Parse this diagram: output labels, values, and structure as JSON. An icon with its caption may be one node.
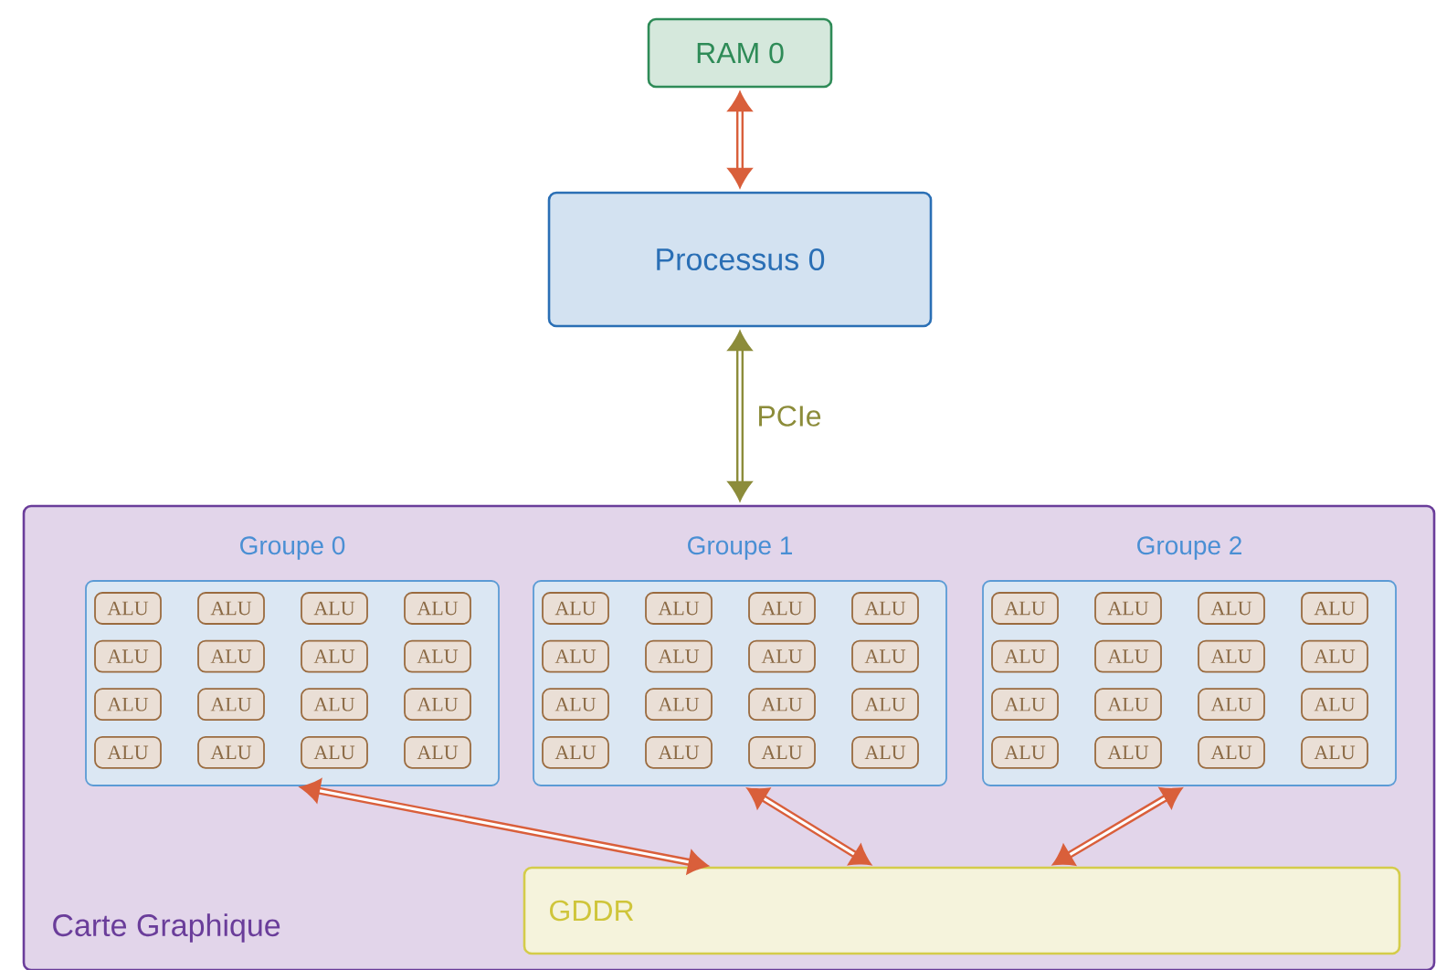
{
  "diagram": {
    "nodes": [
      {
        "text": [
          "RAM 0"
        ]
      },
      {
        "text": [
          "Processus 0"
        ]
      },
      {
        "text": [
          "Carte Graphique"
        ]
      },
      {
        "text": [
          "Groupe 0"
        ],
        "in": 2
      },
      {
        "text": [
          "ALU"
        ],
        "in": 3
      },
      {
        "text": [
          "ALU"
        ],
        "in": 3
      },
      {
        "text": [
          "ALU"
        ],
        "in": 3
      },
      {
        "text": [
          "ALU"
        ],
        "in": 3
      },
      {
        "text": [
          "ALU"
        ],
        "in": 3
      },
      {
        "text": [
          "ALU"
        ],
        "in": 3
      },
      {
        "text": [
          "ALU"
        ],
        "in": 3
      },
      {
        "text": [
          "ALU"
        ],
        "in": 3
      },
      {
        "text": [
          "ALU"
        ],
        "in": 3
      },
      {
        "text": [
          "ALU"
        ],
        "in": 3
      },
      {
        "text": [
          "ALU"
        ],
        "in": 3
      },
      {
        "text": [
          "ALU"
        ],
        "in": 3
      },
      {
        "text": [
          "ALU"
        ],
        "in": 3
      },
      {
        "text": [
          "ALU"
        ],
        "in": 3
      },
      {
        "text": [
          "ALU"
        ],
        "in": 3
      },
      {
        "text": [
          "ALU"
        ],
        "in": 3
      },
      {
        "text": [
          "Groupe 1"
        ],
        "in": 2
      },
      {
        "text": [
          "ALU"
        ],
        "in": 20
      },
      {
        "text": [
          "ALU"
        ],
        "in": 20
      },
      {
        "text": [
          "ALU"
        ],
        "in": 20
      },
      {
        "text": [
          "ALU"
        ],
        "in": 20
      },
      {
        "text": [
          "ALU"
        ],
        "in": 20
      },
      {
        "text": [
          "ALU"
        ],
        "in": 20
      },
      {
        "text": [
          "ALU"
        ],
        "in": 20
      },
      {
        "text": [
          "ALU"
        ],
        "in": 20
      },
      {
        "text": [
          "ALU"
        ],
        "in": 20
      },
      {
        "text": [
          "ALU"
        ],
        "in": 20
      },
      {
        "text": [
          "ALU"
        ],
        "in": 20
      },
      {
        "text": [
          "ALU"
        ],
        "in": 20
      },
      {
        "text": [
          "ALU"
        ],
        "in": 20
      },
      {
        "text": [
          "ALU"
        ],
        "in": 20
      },
      {
        "text": [
          "ALU"
        ],
        "in": 20
      },
      {
        "text": [
          "ALU"
        ],
        "in": 20
      },
      {
        "text": [
          "Groupe 2"
        ],
        "in": 2
      },
      {
        "text": [
          "ALU"
        ],
        "in": 37
      },
      {
        "text": [
          "ALU"
        ],
        "in": 37
      },
      {
        "text": [
          "ALU"
        ],
        "in": 37
      },
      {
        "text": [
          "ALU"
        ],
        "in": 37
      },
      {
        "text": [
          "ALU"
        ],
        "in": 37
      },
      {
        "text": [
          "ALU"
        ],
        "in": 37
      },
      {
        "text": [
          "ALU"
        ],
        "in": 37
      },
      {
        "text": [
          "ALU"
        ],
        "in": 37
      },
      {
        "text": [
          "ALU"
        ],
        "in": 37
      },
      {
        "text": [
          "ALU"
        ],
        "in": 37
      },
      {
        "text": [
          "ALU"
        ],
        "in": 37
      },
      {
        "text": [
          "ALU"
        ],
        "in": 37
      },
      {
        "text": [
          "ALU"
        ],
        "in": 37
      },
      {
        "text": [
          "ALU"
        ],
        "in": 37
      },
      {
        "text": [
          "ALU"
        ],
        "in": 37
      },
      {
        "text": [
          "ALU"
        ],
        "in": 37
      },
      {
        "text": [
          "GDDR"
        ],
        "in": 2
      }
    ],
    "edges": [
      {
        "from": 0,
        "to": 1,
        "arrow": "both"
      },
      {
        "from": 1,
        "to": 2,
        "arrow": "both",
        "label": "PCIe",
        "color": "#8c8c3a"
      },
      {
        "from": 3,
        "to": 54,
        "arrow": "both"
      },
      {
        "from": 20,
        "to": 54,
        "arrow": "both"
      },
      {
        "from": 37,
        "to": 54,
        "arrow": "both"
      }
    ]
  }
}
